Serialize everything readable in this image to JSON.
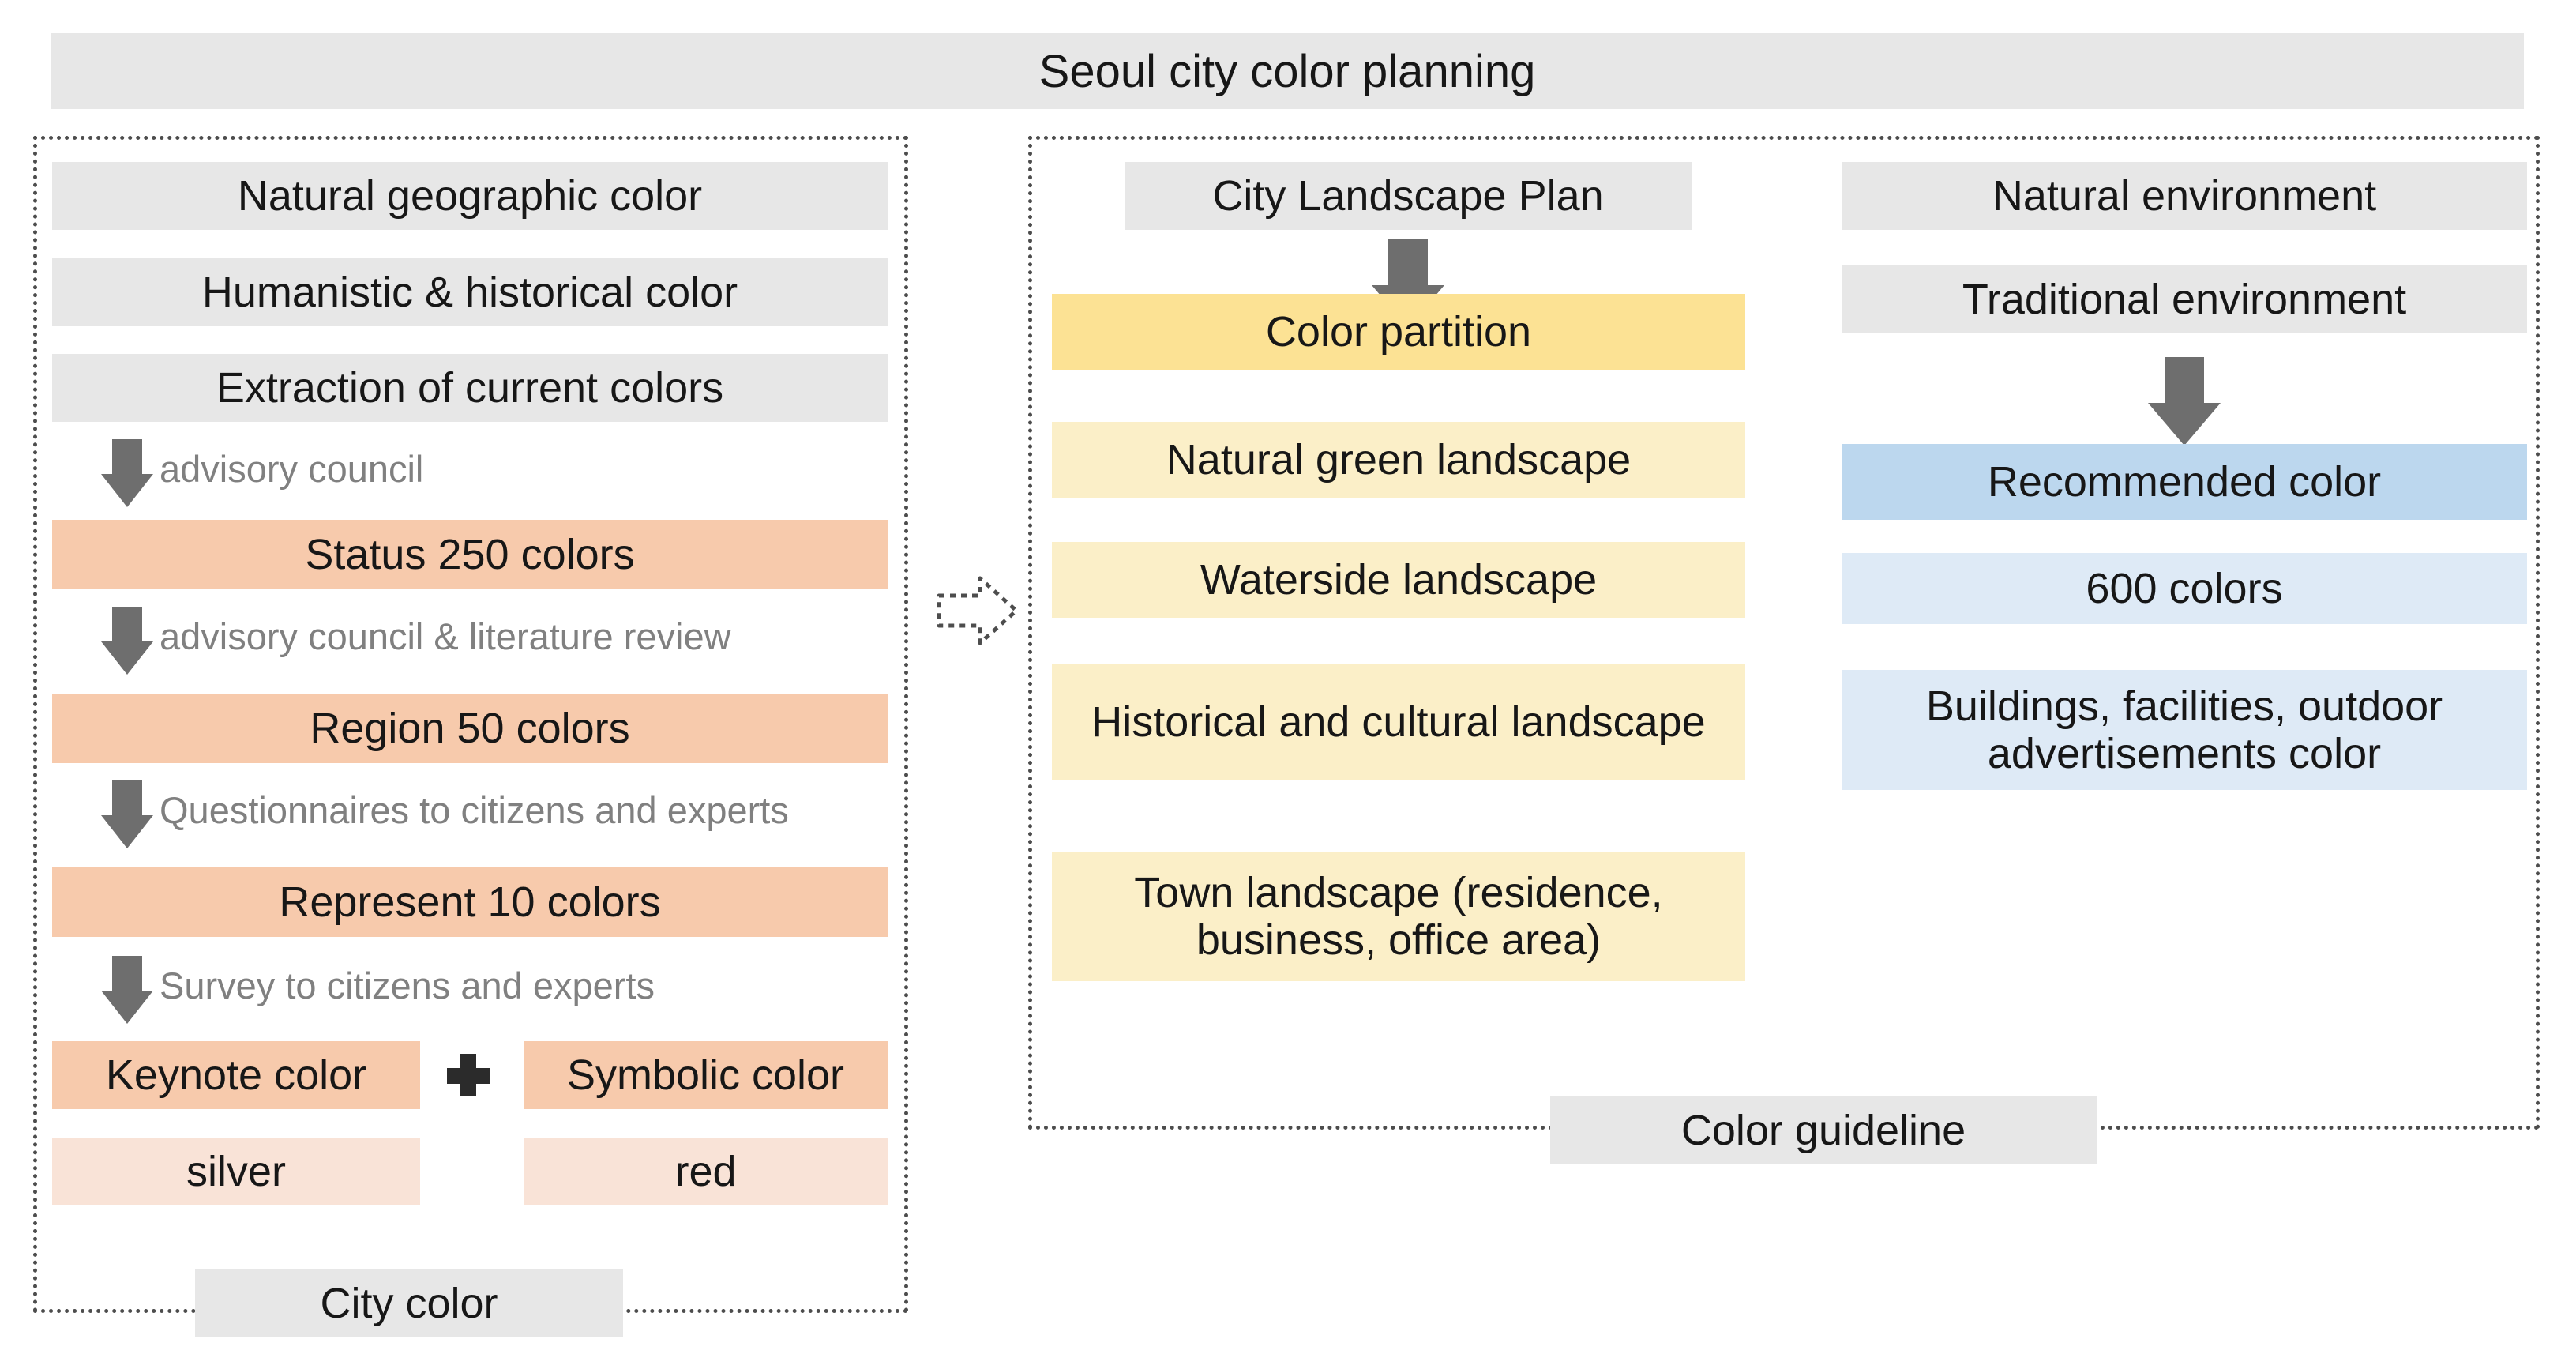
{
  "header": {
    "title": "Seoul city color planning"
  },
  "left_panel": {
    "name": "city-color-panel",
    "inputs": [
      {
        "label": "Natural geographic color"
      },
      {
        "label": "Humanistic & historical color"
      },
      {
        "label": "Extraction of current colors"
      }
    ],
    "steps": [
      {
        "method": "advisory council",
        "result": "Status 250 colors"
      },
      {
        "method": "advisory council & literature review",
        "result": "Region 50 colors"
      },
      {
        "method": "Questionnaires to citizens and experts",
        "result": "Represent 10 colors"
      },
      {
        "method": "Survey to citizens and experts",
        "result": null
      }
    ],
    "outcome": {
      "keynote": {
        "title": "Keynote color",
        "value": "silver"
      },
      "operator": "+",
      "symbolic": {
        "title": "Symbolic color",
        "value": "red"
      }
    },
    "footer_label": "City color"
  },
  "right_panel": {
    "name": "color-guideline-panel",
    "footer_label": "Color guideline",
    "middle_column": {
      "source": "City Landscape Plan",
      "partition": "Color partition",
      "landscapes": [
        "Natural green landscape",
        "Waterside landscape",
        "Historical and cultural landscape",
        "Town landscape (residence, business, office area)"
      ]
    },
    "right_column": {
      "environments": [
        "Natural environment",
        "Traditional environment"
      ],
      "recommended": "Recommended color",
      "count": "600 colors",
      "scope": "Buildings, facilities, outdoor advertisements color"
    }
  },
  "connector": {
    "label": "flow-arrow-right"
  },
  "colors": {
    "grey_box": "#E7E7E7",
    "peach": "#F7CAAC",
    "peach_light": "#F9E3D7",
    "yellow": "#FCE294",
    "yellow_light": "#FBEFC8",
    "blue": "#BCD7EE",
    "blue_light": "#DEEAF6",
    "arrow_grey": "#6E6E6E",
    "caption_grey": "#808080",
    "border_dotted": "#4D4D4D"
  }
}
